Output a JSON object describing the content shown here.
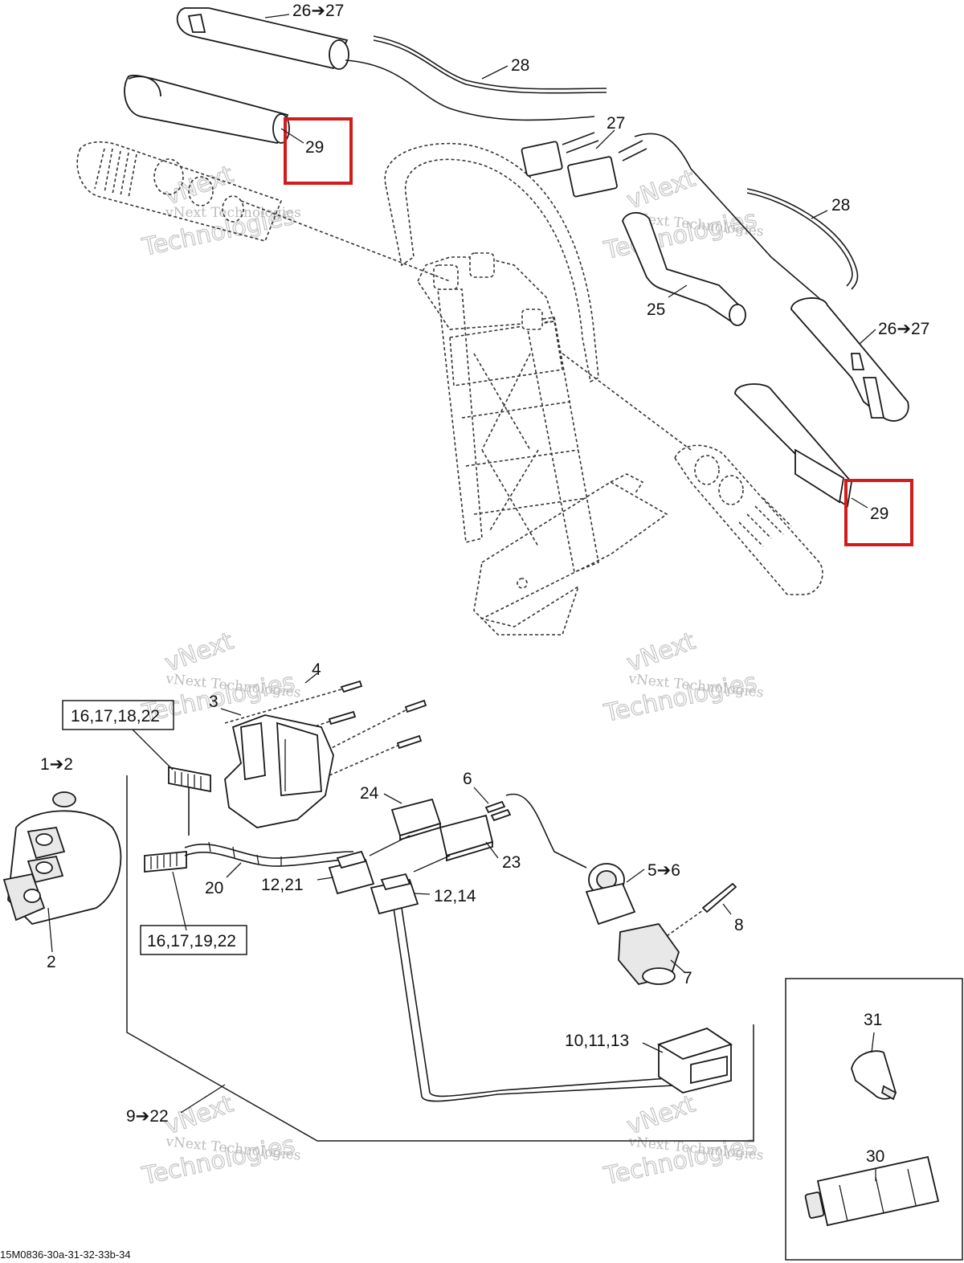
{
  "callouts": {
    "c_26_27_top": "26➔27",
    "c_28_top": "28",
    "c_29_left": "29",
    "c_27": "27",
    "c_28_right": "28",
    "c_25": "25",
    "c_26_27_right": "26➔27",
    "c_29_right": "29",
    "c_4": "4",
    "c_3": "3",
    "c_16_17_18_22": "16,17,18,22",
    "c_1_2": "1➔2",
    "c_24": "24",
    "c_6": "6",
    "c_23": "23",
    "c_5_6": "5➔6",
    "c_20": "20",
    "c_12_21": "12,21",
    "c_12_14": "12,14",
    "c_2": "2",
    "c_16_17_19_22": "16,17,19,22",
    "c_8": "8",
    "c_7": "7",
    "c_31": "31",
    "c_10_11_13": "10,11,13",
    "c_30": "30",
    "c_9_22": "9➔22"
  },
  "watermark": {
    "line1": "vNext Technologies",
    "line2": "vNext",
    "line3": "Technologies"
  },
  "reference": "15M0836-30a-31-32-33b-34",
  "highlight_color": "#d21c1c"
}
